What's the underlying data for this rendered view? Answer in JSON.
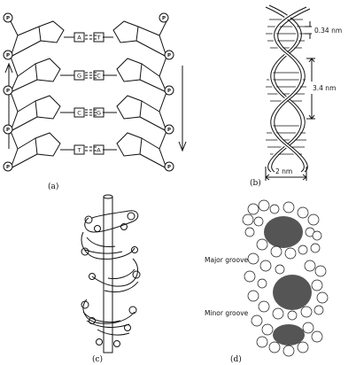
{
  "panel_a": {
    "caption": "(a)",
    "phosphate": "P",
    "pairs": [
      {
        "left": "A",
        "right": "T"
      },
      {
        "left": "G",
        "right": "C"
      },
      {
        "left": "C",
        "right": "G"
      },
      {
        "left": "T",
        "right": "A"
      }
    ]
  },
  "panel_b": {
    "caption": "(b)",
    "rise_label": "0.34 nm",
    "pitch_label": "3.4 nm",
    "width_label": "2 nm"
  },
  "panel_c": {
    "caption": "(c)"
  },
  "panel_d": {
    "caption": "(d)",
    "major_groove": "Major groove",
    "minor_groove": "Minor groove"
  },
  "colors": {
    "ink": "#111111",
    "paper": "#ffffff"
  }
}
